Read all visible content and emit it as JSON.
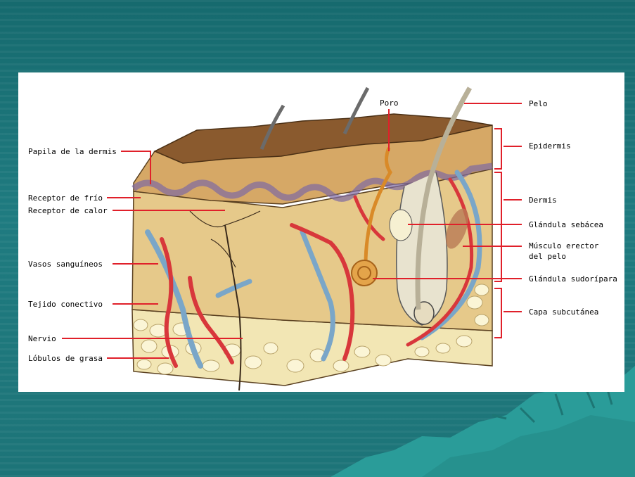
{
  "diagram": {
    "labels_left": [
      "Papila de la dermis",
      "Receptor de frío",
      "Receptor de calor",
      "Vasos sanguíneos",
      "Tejido conectivo",
      "Nervio",
      "Lóbulos de grasa"
    ],
    "labels_right": [
      "Pelo",
      "Epidermis",
      "Dermis",
      "Glándula sebácea",
      "Músculo erector",
      "del pelo",
      "Glándula sudorípara",
      "Capa subcutánea"
    ],
    "label_top": "Poro",
    "colors": {
      "background": "#1b7175",
      "panel": "#ffffff",
      "label_line": "#e0202a",
      "epidermis": "#d9a865",
      "dermis": "#e8cf8e",
      "fat": "#f3ebc0",
      "artery": "#d8373b",
      "vein": "#7aa6c8",
      "sweat_gland": "#d98a28",
      "hair": "#c9bfa6"
    }
  }
}
